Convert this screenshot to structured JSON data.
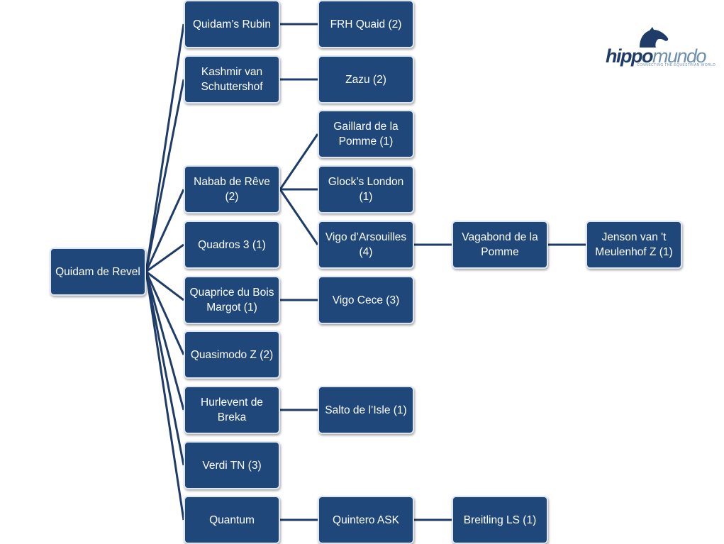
{
  "colors": {
    "node_fill": "#1f477a",
    "node_border": "#dde6f0",
    "edge": "#1f3c68",
    "logo_dark": "#1f3c68",
    "logo_light": "#6e8fb2"
  },
  "logo": {
    "text_a": "hippo",
    "text_b": "mundo",
    "tagline": "CONNECTING THE EQUESTRIAN WORLD",
    "icon": "horse-head-icon"
  },
  "tree": {
    "root": {
      "id": "root",
      "label": "Quidam de Revel"
    },
    "nodes": [
      {
        "id": "n1",
        "label": "Quidam’s Rubin",
        "parent": "root"
      },
      {
        "id": "n2",
        "label": "Kashmir  van\nSchuttershof",
        "parent": "root"
      },
      {
        "id": "n3",
        "label": "Nabab de Rêve\n(2)",
        "parent": "root"
      },
      {
        "id": "n4",
        "label": "Quadros 3 (1)",
        "parent": "root"
      },
      {
        "id": "n5",
        "label": "Quaprice du Bois\nMargot (1)",
        "parent": "root"
      },
      {
        "id": "n6",
        "label": "Quasimodo Z (2)",
        "parent": "root"
      },
      {
        "id": "n7",
        "label": "Hurlevent de\nBreka",
        "parent": "root"
      },
      {
        "id": "n8",
        "label": "Verdi TN (3)",
        "parent": "root"
      },
      {
        "id": "n9",
        "label": "Quantum",
        "parent": "root"
      },
      {
        "id": "n10",
        "label": "FRH Quaid (2)",
        "parent": "n1"
      },
      {
        "id": "n11",
        "label": "Zazu (2)",
        "parent": "n2"
      },
      {
        "id": "n12",
        "label": "Gaillard de la\nPomme (1)",
        "parent": "n3"
      },
      {
        "id": "n13",
        "label": "Glock’s London\n(1)",
        "parent": "n3"
      },
      {
        "id": "n14",
        "label": "Vigo d’Arsouilles\n(4)",
        "parent": "n3"
      },
      {
        "id": "n15",
        "label": "Vigo Cece (3)",
        "parent": "n5"
      },
      {
        "id": "n16",
        "label": "Salto de l’Isle (1)",
        "parent": "n7"
      },
      {
        "id": "n17",
        "label": "Quintero ASK",
        "parent": "n9"
      },
      {
        "id": "n18",
        "label": "Vagabond de la\nPomme",
        "parent": "n14"
      },
      {
        "id": "n19",
        "label": "Breitling LS (1)",
        "parent": "n17"
      },
      {
        "id": "n20",
        "label": "Jenson van 't\nMeulenhof Z  (1)",
        "parent": "n18"
      }
    ]
  }
}
